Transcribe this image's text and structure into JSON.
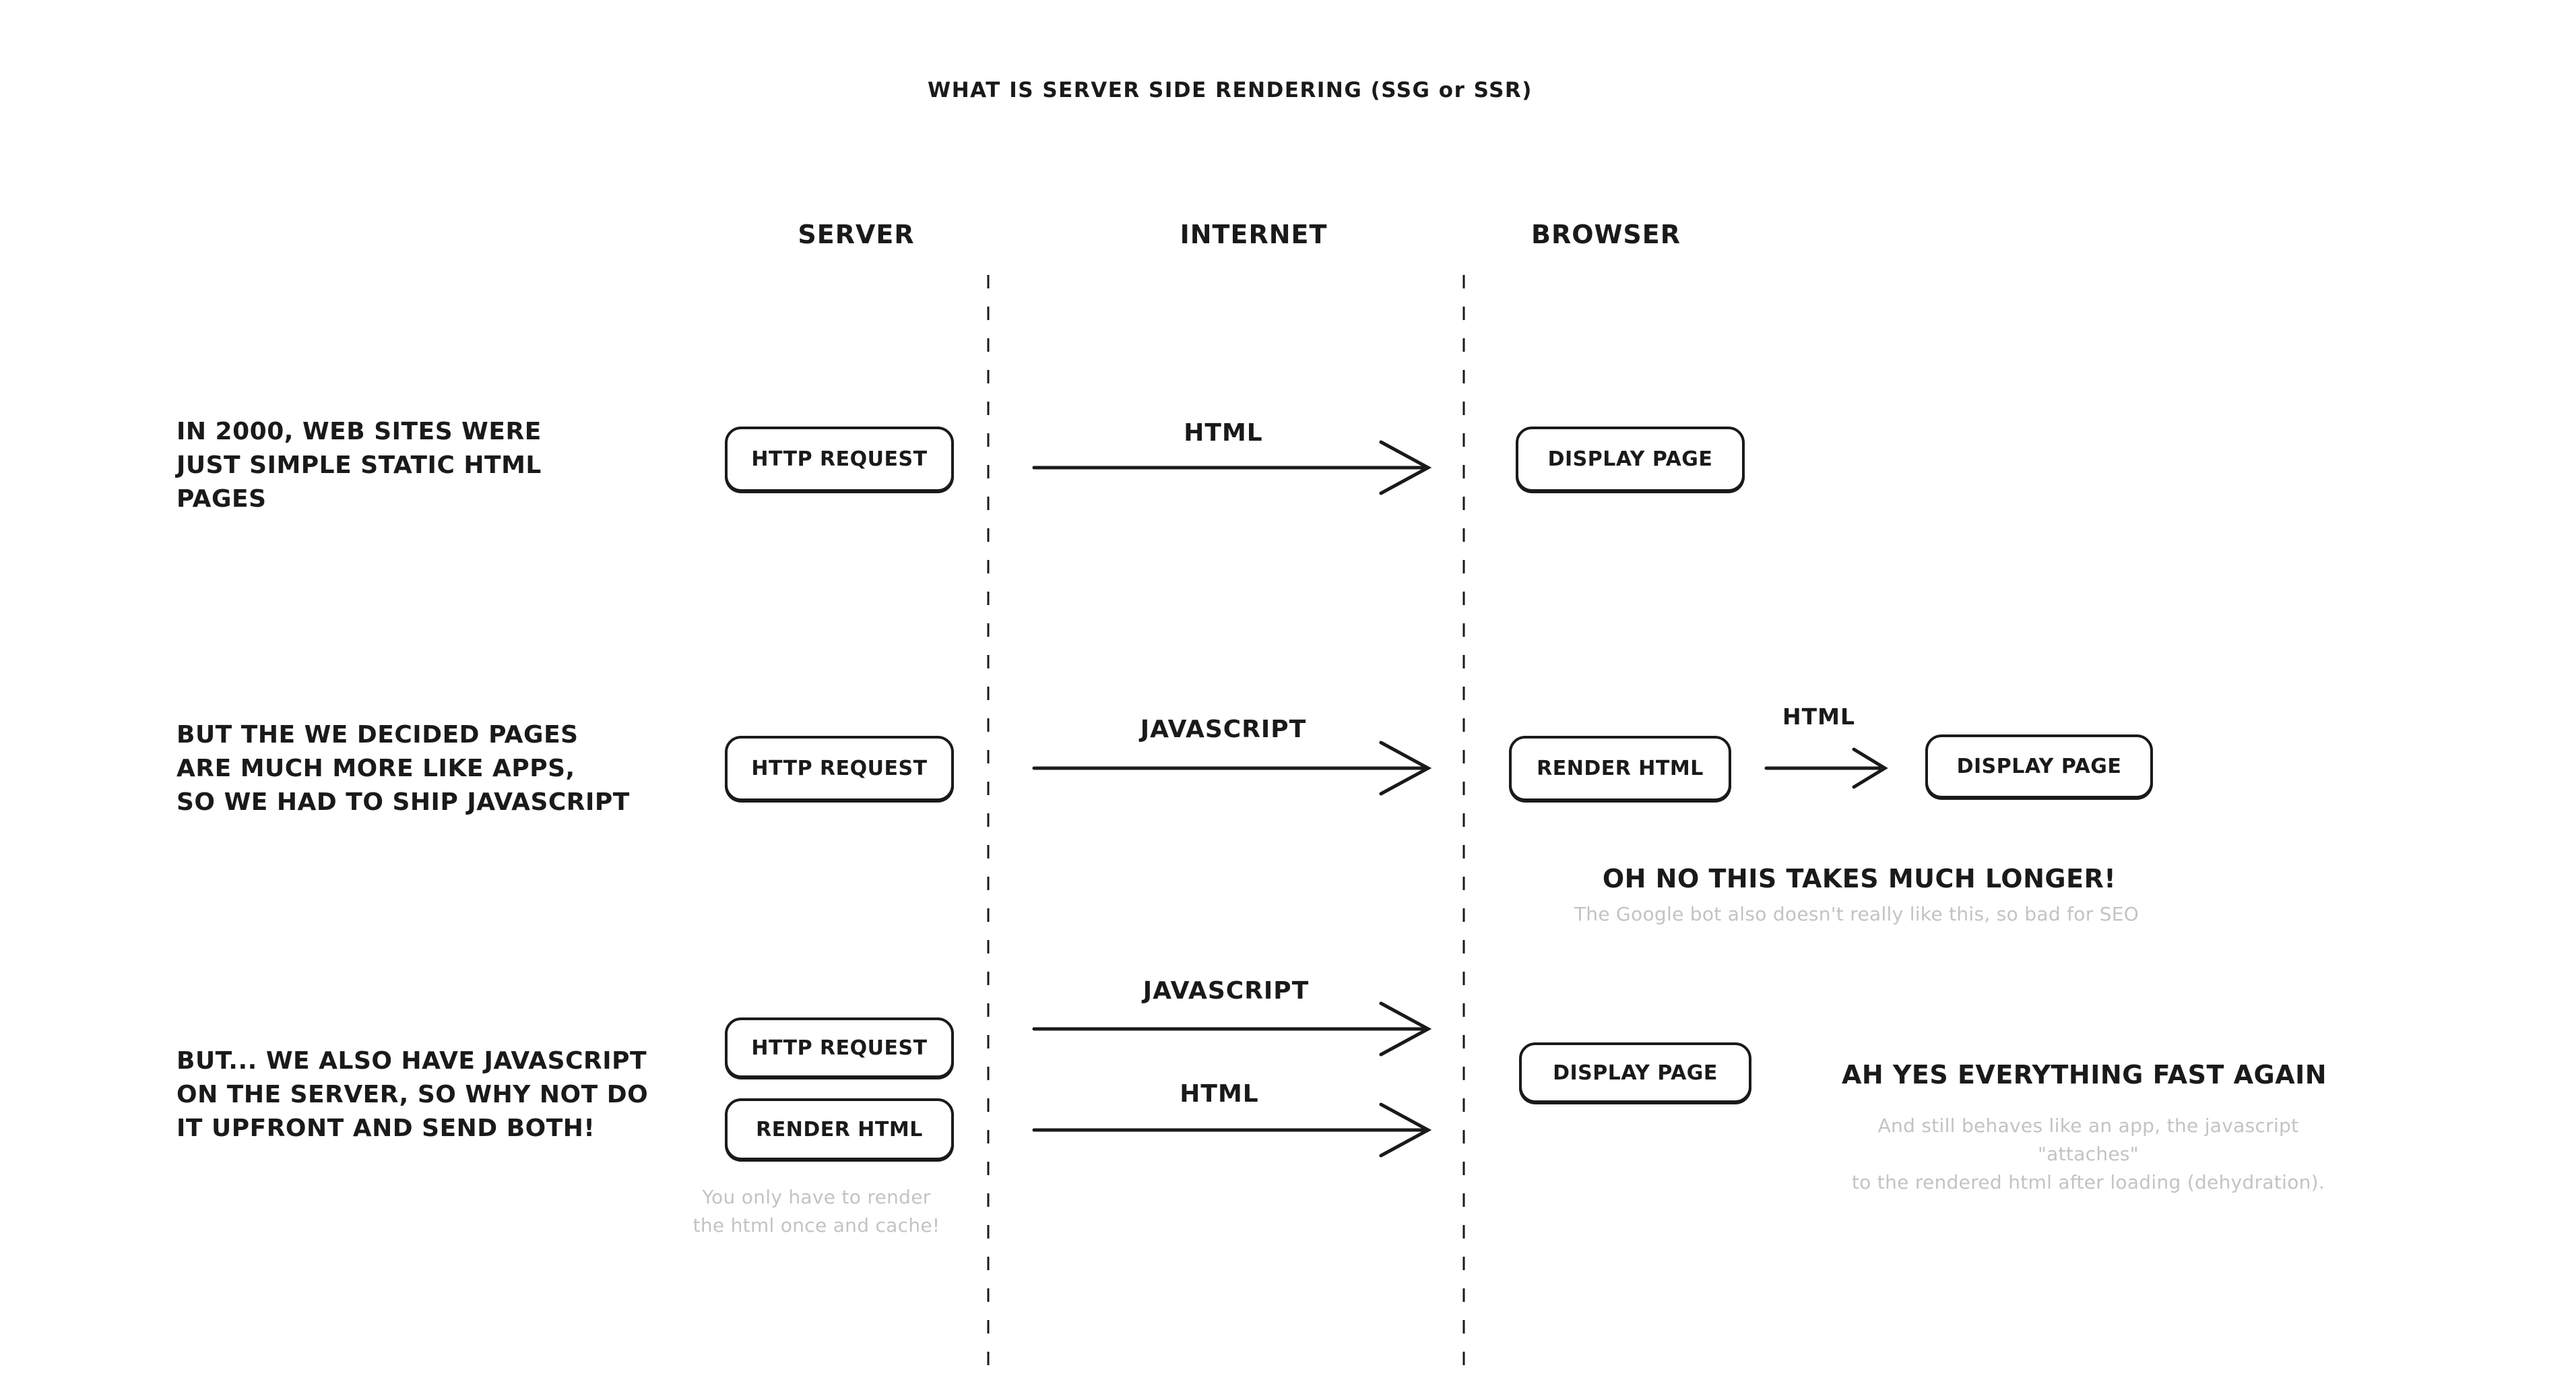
{
  "title": "WHAT IS SERVER SIDE RENDERING (SSG or SSR)",
  "columns": [
    {
      "label": "SERVER"
    },
    {
      "label": "INTERNET"
    },
    {
      "label": "BROWSER"
    }
  ],
  "row1": {
    "note": "IN 2000, WEB SITES WERE\nJUST SIMPLE STATIC HTML\nPAGES",
    "server_box": "HTTP REQUEST",
    "arrow_label": "HTML",
    "browser_box": "DISPLAY PAGE"
  },
  "row2": {
    "note": "BUT THE WE DECIDED PAGES\nARE MUCH MORE LIKE APPS,\nSO WE HAD TO SHIP JAVASCRIPT",
    "server_box": "HTTP REQUEST",
    "arrow_label": "JAVASCRIPT",
    "render_box": "RENDER HTML",
    "inner_arrow_label": "HTML",
    "display_box": "DISPLAY PAGE",
    "warning": "OH NO THIS TAKES MUCH LONGER!",
    "warning_note": "The Google bot also doesn't really like this, so bad for SEO"
  },
  "row3": {
    "note": "BUT... WE ALSO HAVE JAVASCRIPT\nON THE SERVER, SO WHY NOT DO\nIT UPFRONT AND SEND BOTH!",
    "request_box": "HTTP REQUEST",
    "render_box": "RENDER HTML",
    "server_note": "You only have to render\nthe html once and cache!",
    "arrow_label_top": "JAVASCRIPT",
    "arrow_label_bottom": "HTML",
    "display_box": "DISPLAY PAGE",
    "success": "AH YES EVERYTHING FAST AGAIN",
    "success_note": "And still behaves like an app, the javascript \"attaches\"\nto the rendered html after loading (dehydration)."
  },
  "colors": {
    "ink": "#1a1a1a",
    "muted": "#c3c3c3",
    "background": "#ffffff"
  }
}
